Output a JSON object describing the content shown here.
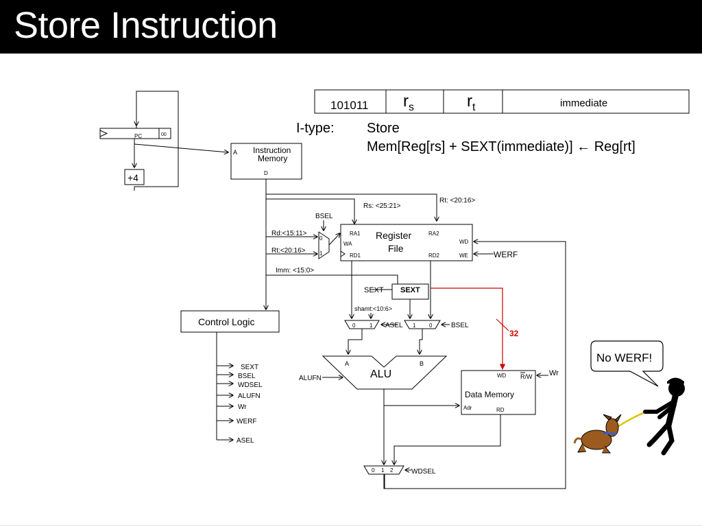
{
  "slide": {
    "title": "Store Instruction"
  },
  "encoding": {
    "opcode": "101011",
    "rs_main": "r",
    "rs_sub": "s",
    "rt_main": "r",
    "rt_sub": "t",
    "immediate": "immediate"
  },
  "itype": {
    "label": "I-type:",
    "name": "Store",
    "rtl": "Mem[Reg[rs] + SEXT(immediate)] ← Reg[rt]"
  },
  "pc": {
    "label": "PC",
    "bits": "00",
    "plus4": "+4"
  },
  "imem": {
    "title_line1": "Instruction",
    "title_line2": "Memory",
    "port_a": "A",
    "port_d": "D"
  },
  "fields": {
    "rt_20_16_top": "Rt: <20:16>",
    "rs_25_21": "Rs: <25:21>",
    "bsel_top": "BSEL",
    "rd_15_11": "Rd:<15:11>",
    "rt_20_16": "Rt:<20:16>",
    "imm_15_0": "Imm: <15:0>",
    "mux_in0": "0",
    "mux_in1": "1"
  },
  "regfile": {
    "title_line1": "Register",
    "title_line2": "File",
    "ra1": "RA1",
    "ra2": "RA2",
    "wa": "WA",
    "wd": "WD",
    "rd1": "RD1",
    "rd2": "RD2",
    "we": "WE",
    "werf": "WERF"
  },
  "sext": {
    "ctrl": "SEXT",
    "block": "SEXT",
    "shamt": "shamt:<10:6>",
    "bus_width": "32"
  },
  "asel_mux": {
    "in0": "0",
    "in1": "1",
    "label": "ASEL"
  },
  "bsel_mux": {
    "in1": "1",
    "in0": "0",
    "label": "BSEL"
  },
  "alu": {
    "label": "ALU",
    "in_a": "A",
    "in_b": "B",
    "alufn": "ALUFN"
  },
  "dmem": {
    "title": "Data Memory",
    "wd": "WD",
    "rw": "R/W",
    "adr": "Adr",
    "rd": "RD",
    "wr": "Wr"
  },
  "control": {
    "title": "Control Logic",
    "signals": [
      "SEXT",
      "BSEL",
      "WDSEL",
      "ALUFN",
      "Wr",
      "WERF",
      "ASEL"
    ]
  },
  "wdsel_mux": {
    "in0": "0",
    "in1": "1",
    "in2": "2",
    "label": "WDSEL"
  },
  "callout": {
    "text": "No WERF!"
  }
}
